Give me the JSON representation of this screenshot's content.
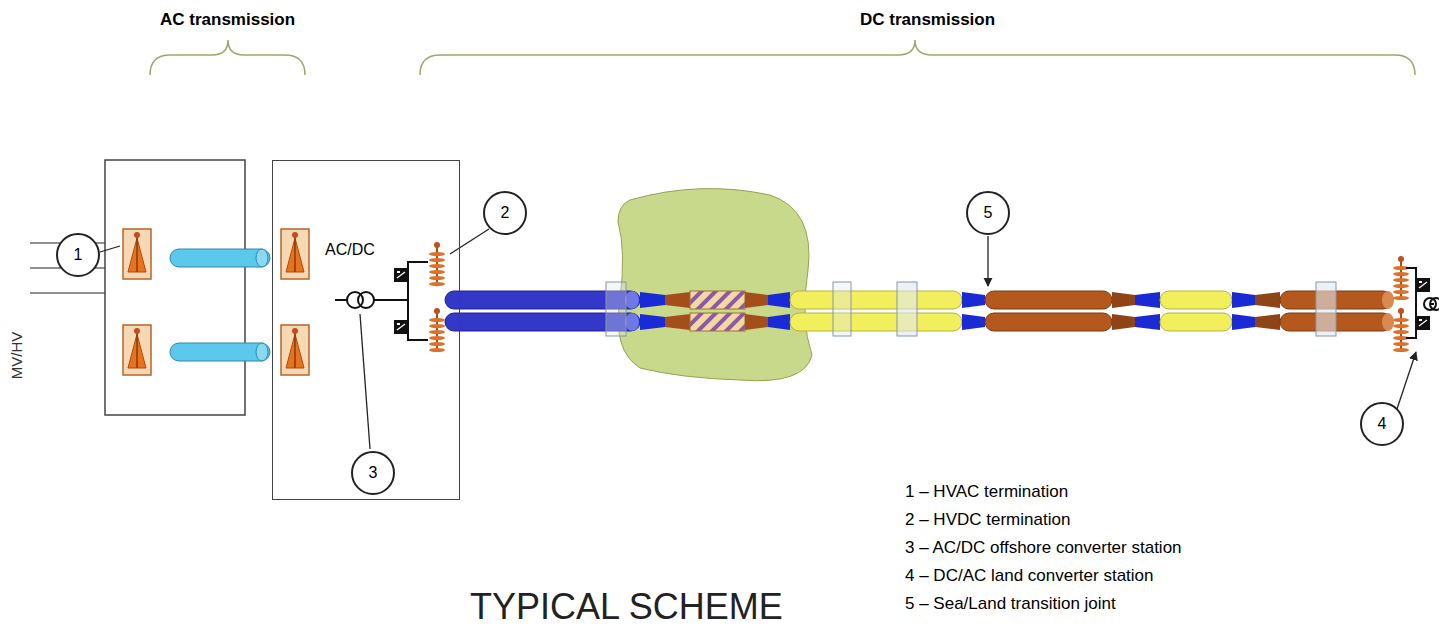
{
  "diagram": {
    "title": "TYPICAL SCHEME",
    "nodes": [
      {
        "text": [
          "AC/DC"
        ]
      },
      {
        "text": [
          "1"
        ]
      },
      {
        "text": [
          "2"
        ]
      },
      {
        "text": [
          "3"
        ],
        "in": 0
      },
      {
        "text": [
          "5"
        ]
      },
      {
        "text": [
          "4"
        ]
      }
    ],
    "labels": [
      "AC transmission",
      "DC transmission",
      "MV/HV",
      "1 – HVAC  termination",
      "2 – HVDC  termination",
      "3 – AC/DC offshore converter station",
      "4 – DC/AC land converter station",
      "5 – Sea/Land transition joint"
    ]
  }
}
